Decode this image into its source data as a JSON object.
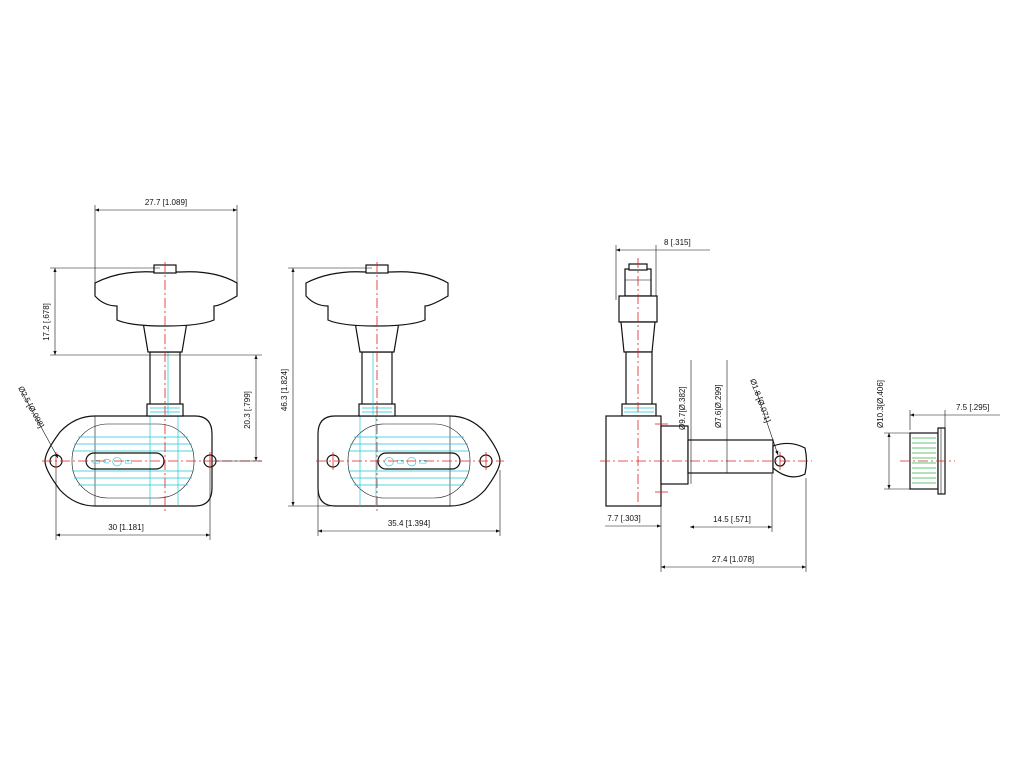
{
  "drawing": {
    "colors": {
      "outline": "#111111",
      "centerline": "#e02020",
      "hatch": "#18c8d8",
      "knurl": "#2fb34a"
    },
    "front_view": {
      "dims": {
        "button_width": "27.7 [1.089]",
        "button_height": "17.2 [.678]",
        "post_height": "20.3 [.799]",
        "hole_dia": "Ø2.5 [Ø.098]",
        "hole_spacing": "30 [1.181]"
      }
    },
    "rear_view": {
      "dims": {
        "overall_height": "46.3 [1.824]",
        "plate_length": "35.4 [1.394]"
      }
    },
    "side_view": {
      "dims": {
        "button_thickness": "8 [.315]",
        "shaft_dia_large": "Ø9.7[Ø.382]",
        "shaft_dia_small": "Ø7.6[Ø.299]",
        "string_hole_dia": "Ø1.8 [Ø.071]",
        "body_depth": "7.7 [.303]",
        "shaft_length": "14.5 [.571]",
        "overall_length": "27.4 [1.078]"
      }
    },
    "bushing_view": {
      "dims": {
        "outer_dia": "Ø10.3[Ø.406]",
        "length": "7.5 [.295]"
      }
    }
  }
}
